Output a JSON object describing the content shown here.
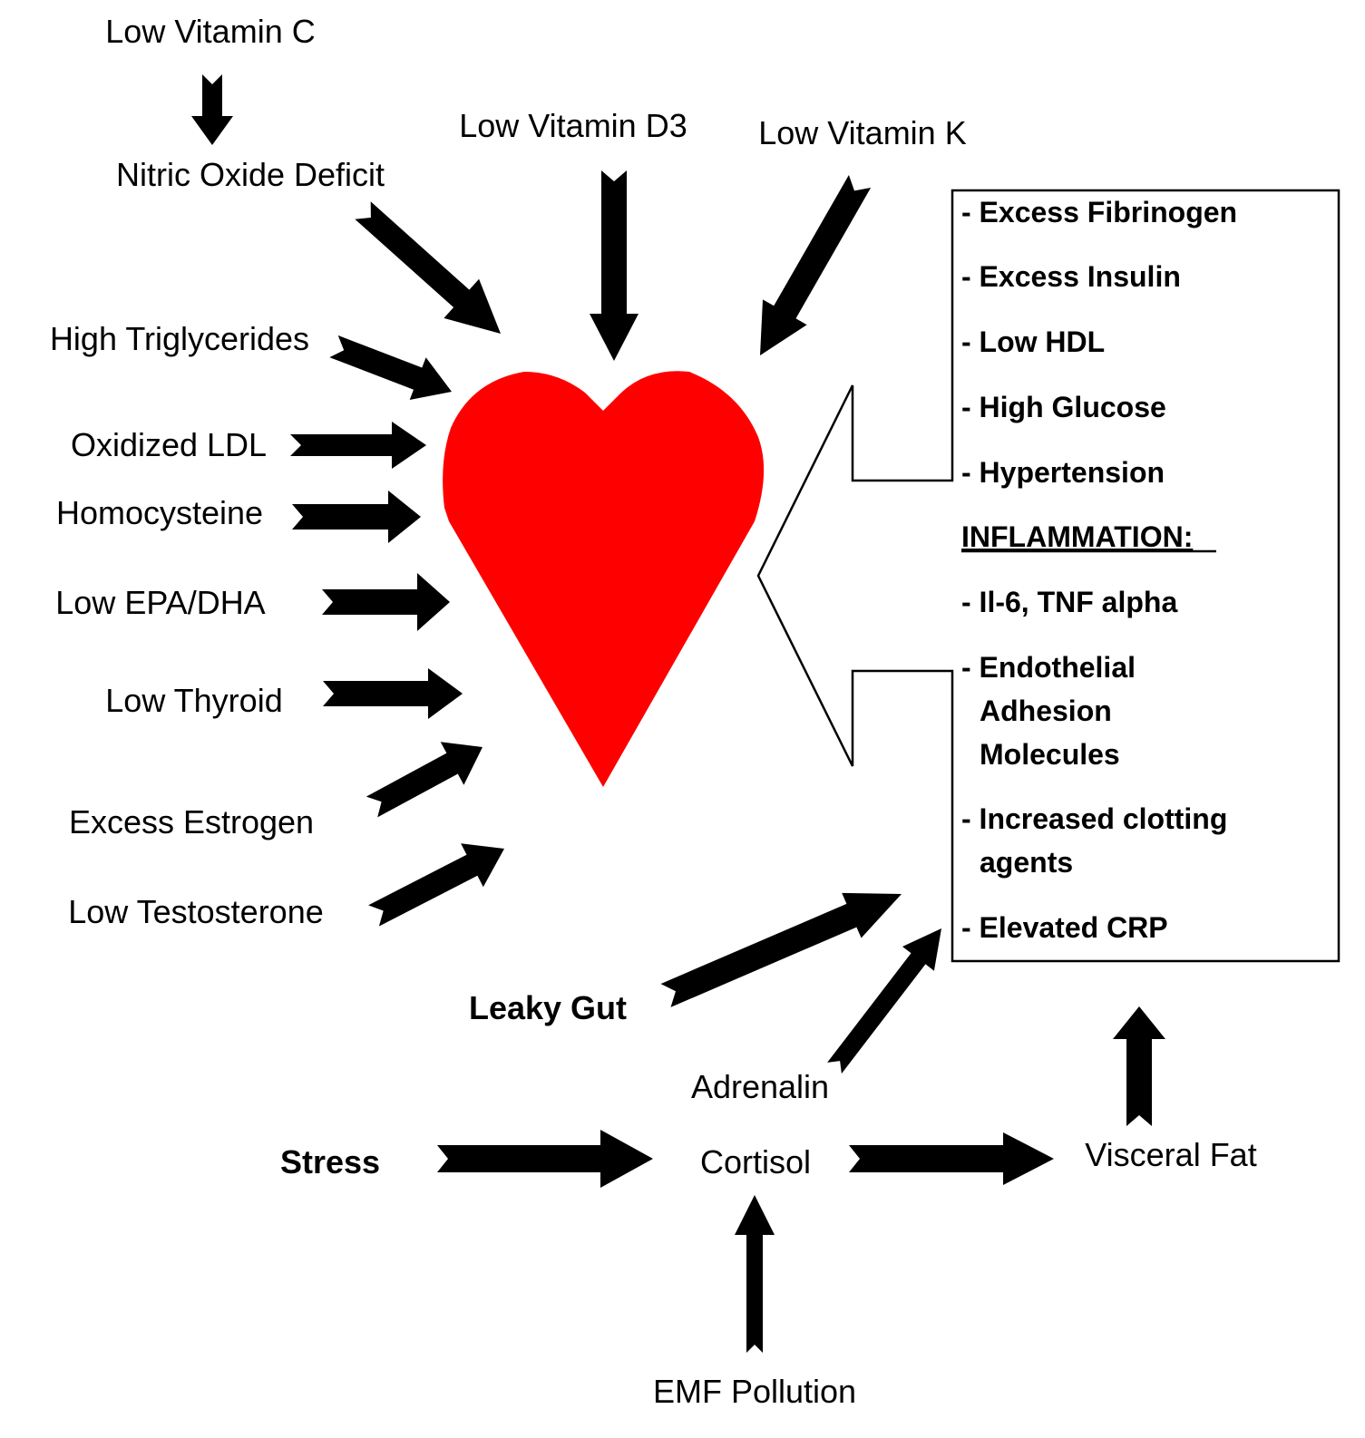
{
  "colors": {
    "heart": "#ff0000",
    "arrow": "#000000",
    "text": "#000000",
    "box_border": "#000000"
  },
  "factors": {
    "low_vitamin_c": "Low Vitamin C",
    "nitric_oxide_deficit": "Nitric Oxide Deficit",
    "low_vitamin_d3": "Low Vitamin D3",
    "low_vitamin_k": "Low Vitamin K",
    "high_triglycerides": "High Triglycerides",
    "oxidized_ldl": "Oxidized LDL",
    "homocysteine": "Homocysteine",
    "low_epa_dha": "Low EPA/DHA",
    "low_thyroid": "Low Thyroid",
    "excess_estrogen": "Excess Estrogen",
    "low_testosterone": "Low Testosterone",
    "leaky_gut": "Leaky Gut",
    "adrenalin": "Adrenalin",
    "stress": "Stress",
    "cortisol": "Cortisol",
    "visceral_fat": "Visceral Fat",
    "emf_pollution": "EMF Pollution"
  },
  "callout": {
    "items_top": [
      "- Excess Fibrinogen",
      "- Excess Insulin",
      "- Low HDL",
      "- High Glucose",
      "- Hypertension"
    ],
    "heading": "INFLAMMATION:",
    "item_il6": "- Il-6, TNF alpha",
    "endothelial": [
      "- Endothelial",
      "Adhesion",
      "Molecules"
    ],
    "clotting": [
      "- Increased clotting",
      "agents"
    ],
    "crp": "- Elevated CRP"
  }
}
